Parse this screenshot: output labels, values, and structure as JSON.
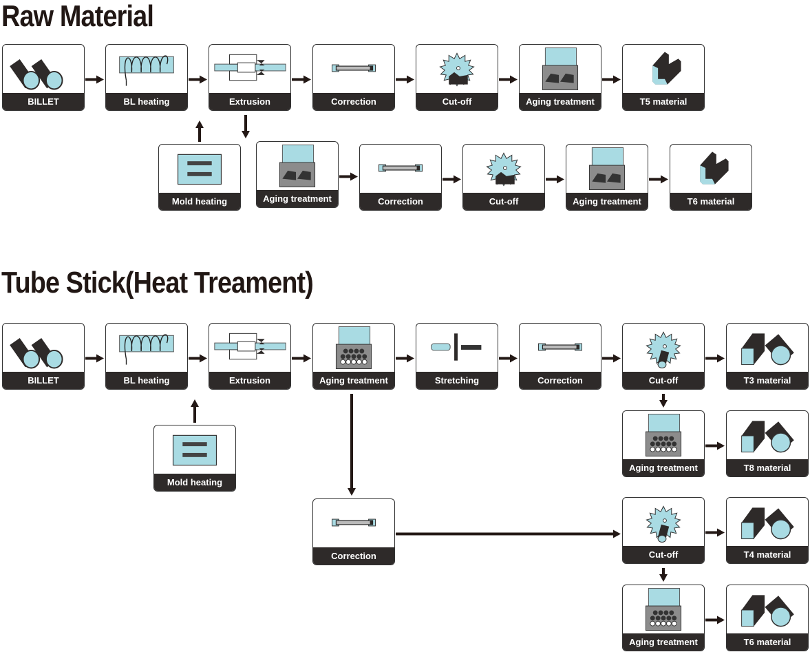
{
  "sections": [
    {
      "title": "Raw Material"
    },
    {
      "title": "Tube Stick(Heat Treament)"
    }
  ],
  "nodes": [
    {
      "id": "rm-billet",
      "label": "BILLET",
      "icon": "billet-icon"
    },
    {
      "id": "rm-bl-heating",
      "label": "BL heating",
      "icon": "coil-heating-icon"
    },
    {
      "id": "rm-extrusion",
      "label": "Extrusion",
      "icon": "extrusion-press-icon"
    },
    {
      "id": "rm-correction-1",
      "label": "Correction",
      "icon": "correction-bar-icon"
    },
    {
      "id": "rm-cutoff-1",
      "label": "Cut-off",
      "icon": "saw-blade-icon"
    },
    {
      "id": "rm-aging-1",
      "label": "Aging treatment",
      "icon": "aging-oven-icon"
    },
    {
      "id": "rm-t5",
      "label": "T5 material",
      "icon": "profile-material-icon"
    },
    {
      "id": "rm-mold-heating",
      "label": "Mold heating",
      "icon": "mold-heater-icon"
    },
    {
      "id": "rm-aging-2",
      "label": "Aging treatment",
      "icon": "aging-oven-icon"
    },
    {
      "id": "rm-correction-2",
      "label": "Correction",
      "icon": "correction-bar-icon"
    },
    {
      "id": "rm-cutoff-2",
      "label": "Cut-off",
      "icon": "saw-blade-icon"
    },
    {
      "id": "rm-aging-3",
      "label": "Aging treatment",
      "icon": "aging-oven-icon"
    },
    {
      "id": "rm-t6",
      "label": "T6 material",
      "icon": "profile-material-icon"
    },
    {
      "id": "ts-billet",
      "label": "BILLET",
      "icon": "billet-icon"
    },
    {
      "id": "ts-bl-heating",
      "label": "BL heating",
      "icon": "coil-heating-icon"
    },
    {
      "id": "ts-extrusion",
      "label": "Extrusion",
      "icon": "extrusion-press-icon"
    },
    {
      "id": "ts-aging-1",
      "label": "Aging treatment",
      "icon": "aging-tubes-icon"
    },
    {
      "id": "ts-stretching",
      "label": "Stretching",
      "icon": "stretching-icon"
    },
    {
      "id": "ts-correction-1",
      "label": "Correction",
      "icon": "correction-bar-icon"
    },
    {
      "id": "ts-cutoff-1",
      "label": "Cut-off",
      "icon": "tube-saw-icon"
    },
    {
      "id": "ts-t3",
      "label": "T3 material",
      "icon": "tube-material-icon"
    },
    {
      "id": "ts-aging-2",
      "label": "Aging treatment",
      "icon": "aging-tubes-icon"
    },
    {
      "id": "ts-t8",
      "label": "T8 material",
      "icon": "tube-material-icon"
    },
    {
      "id": "ts-mold-heating",
      "label": "Mold heating",
      "icon": "mold-heater-icon"
    },
    {
      "id": "ts-correction-2",
      "label": "Correction",
      "icon": "correction-bar-icon"
    },
    {
      "id": "ts-cutoff-2",
      "label": "Cut-off",
      "icon": "tube-saw-icon"
    },
    {
      "id": "ts-t4",
      "label": "T4 material",
      "icon": "tube-material-icon"
    },
    {
      "id": "ts-aging-3",
      "label": "Aging treatment",
      "icon": "aging-tubes-icon"
    },
    {
      "id": "ts-t6",
      "label": "T6 material",
      "icon": "tube-material-icon"
    }
  ],
  "edges": [
    [
      "rm-billet",
      "rm-bl-heating"
    ],
    [
      "rm-bl-heating",
      "rm-extrusion"
    ],
    [
      "rm-extrusion",
      "rm-correction-1"
    ],
    [
      "rm-correction-1",
      "rm-cutoff-1"
    ],
    [
      "rm-cutoff-1",
      "rm-aging-1"
    ],
    [
      "rm-aging-1",
      "rm-t5"
    ],
    [
      "rm-mold-heating",
      "rm-bl-heating"
    ],
    [
      "rm-extrusion",
      "rm-aging-2"
    ],
    [
      "rm-aging-2",
      "rm-correction-2"
    ],
    [
      "rm-correction-2",
      "rm-cutoff-2"
    ],
    [
      "rm-cutoff-2",
      "rm-aging-3"
    ],
    [
      "rm-aging-3",
      "rm-t6"
    ],
    [
      "ts-billet",
      "ts-bl-heating"
    ],
    [
      "ts-bl-heating",
      "ts-extrusion"
    ],
    [
      "ts-extrusion",
      "ts-aging-1"
    ],
    [
      "ts-aging-1",
      "ts-stretching"
    ],
    [
      "ts-stretching",
      "ts-correction-1"
    ],
    [
      "ts-correction-1",
      "ts-cutoff-1"
    ],
    [
      "ts-cutoff-1",
      "ts-t3"
    ],
    [
      "ts-cutoff-1",
      "ts-aging-2"
    ],
    [
      "ts-aging-2",
      "ts-t8"
    ],
    [
      "ts-mold-heating",
      "ts-bl-heating"
    ],
    [
      "ts-aging-1",
      "ts-correction-2"
    ],
    [
      "ts-correction-2",
      "ts-cutoff-2"
    ],
    [
      "ts-cutoff-2",
      "ts-t4"
    ],
    [
      "ts-cutoff-2",
      "ts-aging-3"
    ],
    [
      "ts-aging-3",
      "ts-t6"
    ]
  ],
  "colors": {
    "accent": "#a9dbe3",
    "dark": "#2e2a29",
    "title": "#211714",
    "gray": "#8c8c8c"
  }
}
